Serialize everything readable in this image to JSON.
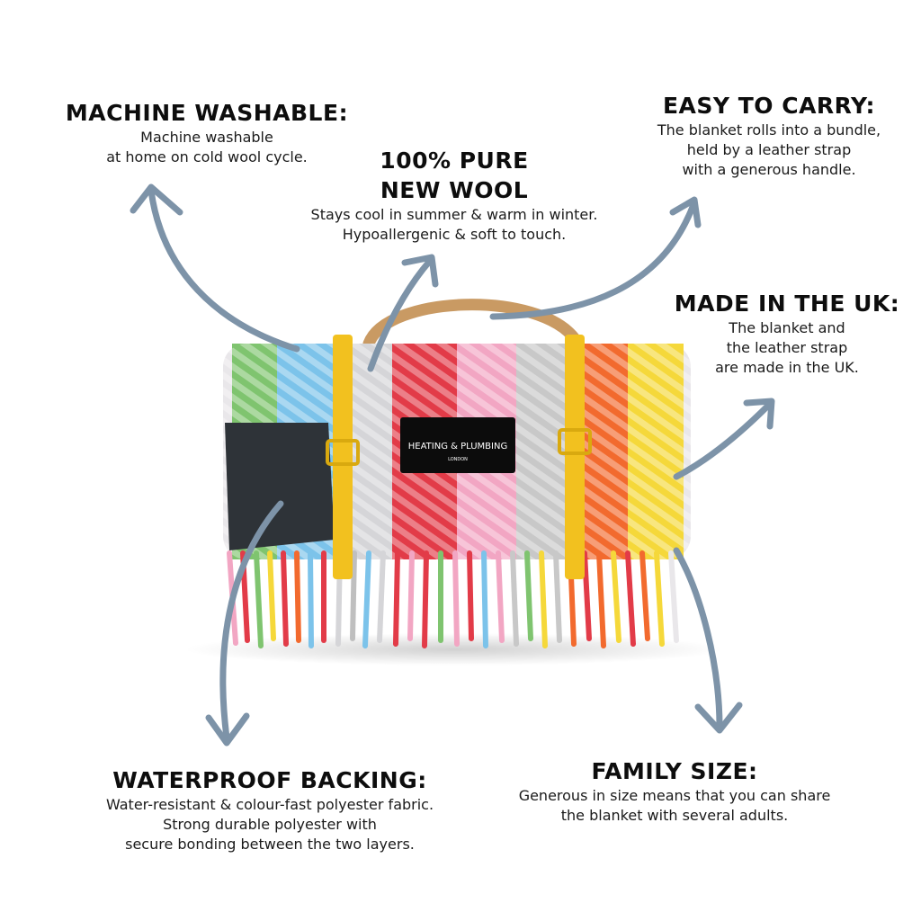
{
  "features": {
    "machine_washable": {
      "title": "MACHINE WASHABLE:",
      "lines": [
        "Machine washable",
        "at home on cold wool cycle."
      ]
    },
    "pure_wool": {
      "title_lines": [
        "100% PURE",
        "NEW WOOL"
      ],
      "lines": [
        "Stays cool in summer & warm in winter.",
        "Hypoallergenic & soft to touch."
      ]
    },
    "easy_to_carry": {
      "title": "EASY TO CARRY:",
      "lines": [
        "The blanket rolls into a bundle,",
        "held by a leather strap",
        "with a generous handle."
      ]
    },
    "made_in_uk": {
      "title": "MADE IN THE UK:",
      "lines": [
        "The blanket and",
        "the leather strap",
        "are made in the UK."
      ]
    },
    "waterproof_backing": {
      "title": "WATERPROOF BACKING:",
      "lines": [
        "Water-resistant & colour-fast polyester fabric.",
        "Strong durable polyester with",
        "secure bonding between the two layers."
      ]
    },
    "family_size": {
      "title": "FAMILY SIZE:",
      "lines": [
        "Generous in size means that you can share",
        "the blanket with several adults."
      ]
    }
  },
  "product": {
    "label_brand": "HEATING & PLUMBING",
    "label_city": "LONDON"
  },
  "colors": {
    "arrow": "#7d93a8",
    "strap": "#f2c11f",
    "handle": "#c99a63",
    "label": "#0c0c0c",
    "stripes": [
      "#e9e7ea",
      "#7fc46f",
      "#7cc3ea",
      "#bfbfbf",
      "#e23b48",
      "#f2a6c3",
      "#c8c8c8",
      "#f26a2e",
      "#f5d83a",
      "#f6f1e6"
    ]
  }
}
